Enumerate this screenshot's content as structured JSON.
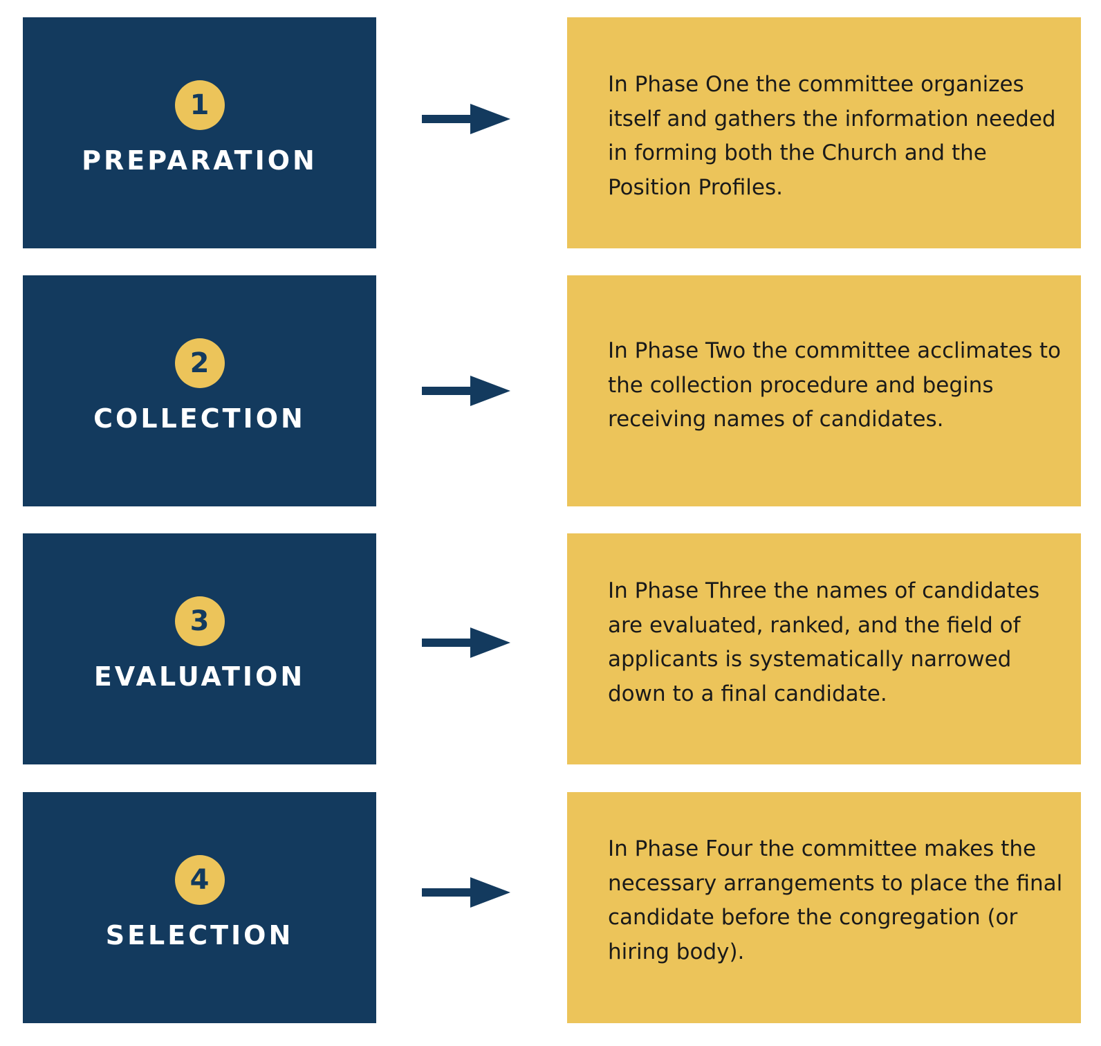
{
  "colors": {
    "navy": "#133a5e",
    "gold": "#ecc45a",
    "text_dark": "#1a1a1a",
    "title_text": "#ffffff"
  },
  "arrow_icon": "arrow-right-icon",
  "phases": [
    {
      "number": "1",
      "title": "PREPARATION",
      "description": "In Phase One the committee organizes itself and gathers the information needed in forming both the Church and the Position Profiles."
    },
    {
      "number": "2",
      "title": "COLLECTION",
      "description": "In Phase Two the committee acclimates to the collection procedure and begins receiving names of candidates."
    },
    {
      "number": "3",
      "title": "EVALUATION",
      "description": "In Phase Three the names of candidates are evaluated, ranked, and the field of applicants is systematically narrowed down to a final candidate."
    },
    {
      "number": "4",
      "title": "SELECTION",
      "description": "In Phase Four the committee makes the necessary arrangements to place the final candidate before the congregation (or hiring body)."
    }
  ]
}
